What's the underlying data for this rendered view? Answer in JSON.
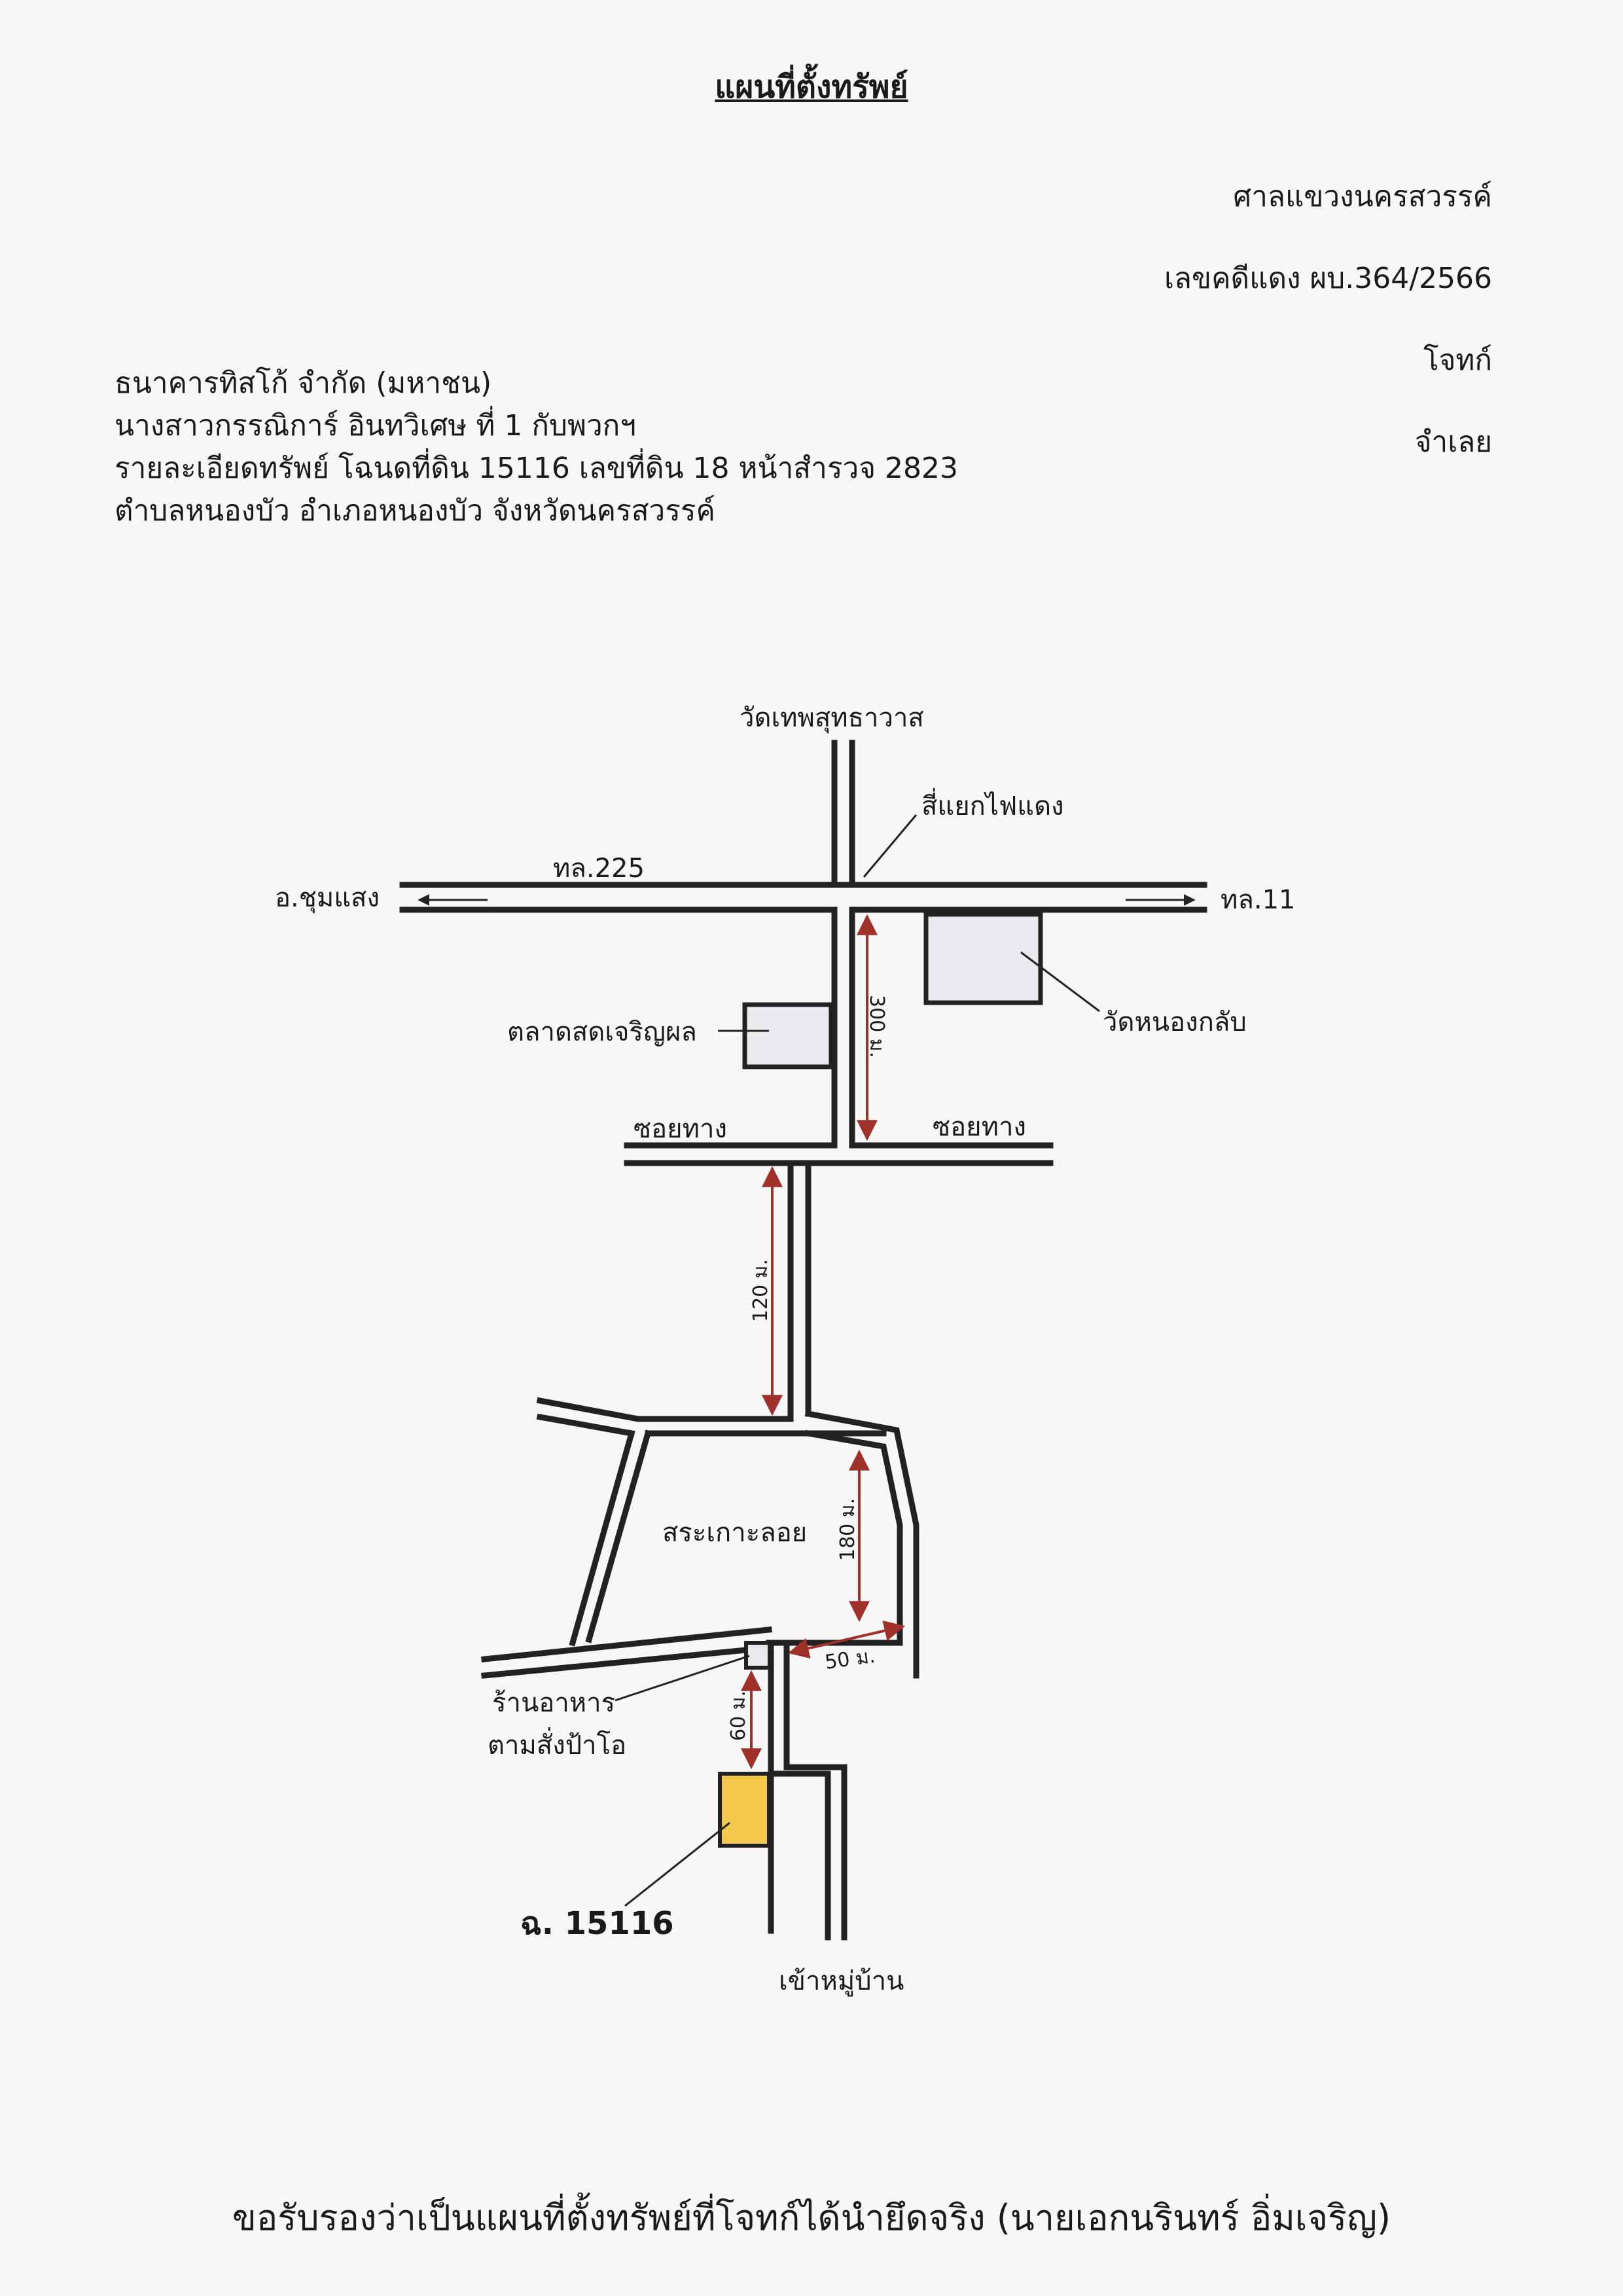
{
  "header": {
    "title": "แผนที่ตั้งทรัพย์",
    "court": "ศาลแขวงนครสวรรค์",
    "case_number": "เลขคดีแดง ผบ.364/2566",
    "plaintiff_label": "โจทก์",
    "defendant_label": "จำเลย"
  },
  "parties": {
    "plaintiff": "ธนาคารทิสโก้ จำกัด (มหาชน)",
    "defendant": "นางสาวกรรณิการ์ อินทวิเศษ ที่ 1 กับพวกฯ",
    "property_details": "รายละเอียดทรัพย์ โฉนดที่ดิน 15116 เลขที่ดิน 18 หน้าสำรวจ 2823",
    "location": "ตำบลหนองบัว  อำเภอหนองบัว  จังหวัดนครสวรรค์"
  },
  "map": {
    "landmarks": {
      "temple_north": "วัดเทพสุทธาวาส",
      "traffic_light": "สี่แยกไฟแดง",
      "highway_225": "ทล.225",
      "chumsaeng": "อ.ชุมแสง",
      "highway_11": "ทล.11",
      "market": "ตลาดสดเจริญผล",
      "temple_east": "วัดหนองกลับ",
      "soi_left": "ซอยทาง",
      "soi_right": "ซอยทาง",
      "pond": "สระเกาะลอย",
      "restaurant_line1": "ร้านอาหาร",
      "restaurant_line2": "ตามสั่งป้าโอ",
      "deed": "ฉ. 15116",
      "village_entrance": "เข้าหมู่บ้าน"
    },
    "distances": {
      "d300": "300 ม.",
      "d120": "120 ม.",
      "d180": "180 ม.",
      "d50": "50 ม.",
      "d60": "60 ม."
    },
    "colors": {
      "road": "#222222",
      "distance_arrow": "#a0302a",
      "property": "#f2c94c",
      "building": "#eaeaee"
    }
  },
  "footer": {
    "certification": "ขอรับรองว่าเป็นแผนที่ตั้งทรัพย์ที่โจทก์ได้นำยึดจริง (นายเอกนรินทร์ อิ่มเจริญ)"
  }
}
